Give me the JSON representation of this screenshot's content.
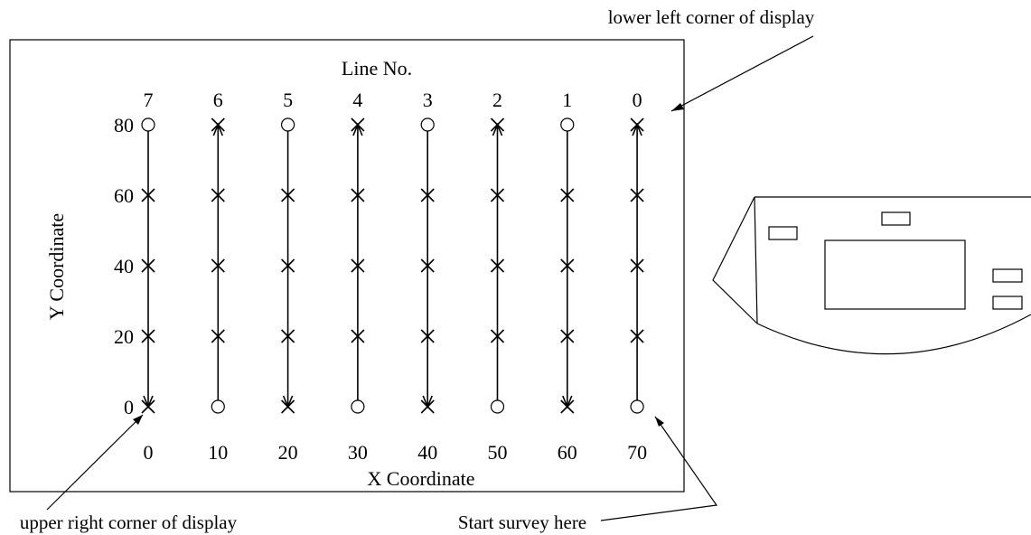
{
  "annotations": {
    "lower_left_corner": "lower left corner of display",
    "upper_right_corner": "upper right corner of display",
    "start_survey": "Start survey here"
  },
  "grid": {
    "line_no_label": "Line No.",
    "x_axis_label": "X Coordinate",
    "y_axis_label": "Y Coordinate",
    "line_numbers": [
      "7",
      "6",
      "5",
      "4",
      "3",
      "2",
      "1",
      "0"
    ],
    "x_ticks": [
      "0",
      "10",
      "20",
      "30",
      "40",
      "50",
      "60",
      "70"
    ],
    "y_ticks": [
      "80",
      "60",
      "40",
      "20",
      "0"
    ],
    "x_values": [
      0,
      10,
      20,
      30,
      40,
      50,
      60,
      70
    ],
    "y_values": [
      80,
      60,
      40,
      20,
      0
    ],
    "start_points": [
      {
        "x": 0,
        "y": 80
      },
      {
        "x": 10,
        "y": 0
      },
      {
        "x": 20,
        "y": 80
      },
      {
        "x": 30,
        "y": 0
      },
      {
        "x": 40,
        "y": 80
      },
      {
        "x": 50,
        "y": 0
      },
      {
        "x": 60,
        "y": 80
      },
      {
        "x": 70,
        "y": 0
      }
    ],
    "end_points": [
      {
        "x": 0,
        "y": 0
      },
      {
        "x": 10,
        "y": 80
      },
      {
        "x": 20,
        "y": 0
      },
      {
        "x": 30,
        "y": 80
      },
      {
        "x": 40,
        "y": 0
      },
      {
        "x": 50,
        "y": 80
      },
      {
        "x": 60,
        "y": 0
      },
      {
        "x": 70,
        "y": 80
      }
    ]
  }
}
